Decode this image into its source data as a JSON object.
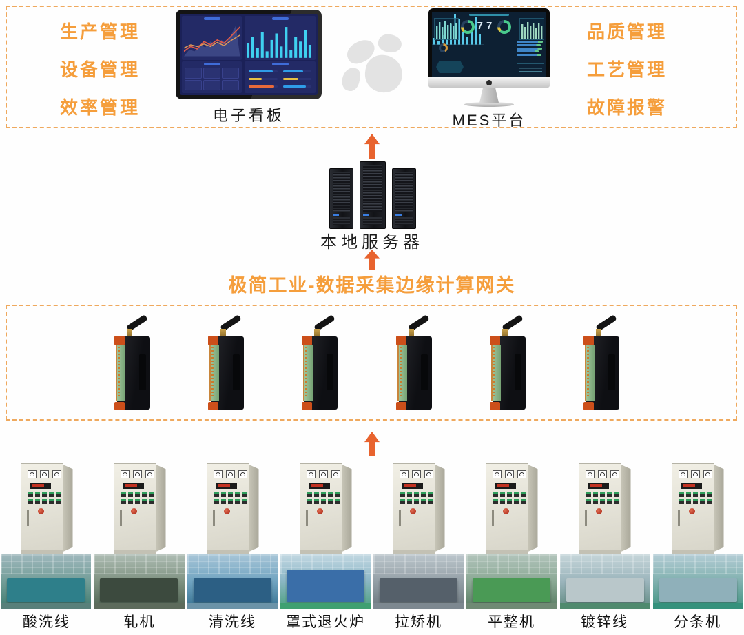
{
  "top_section": {
    "left_labels": [
      "生产管理",
      "设备管理",
      "效率管理"
    ],
    "right_labels": [
      "品质管理",
      "工艺管理",
      "故障报警"
    ],
    "kanban_label": "电子看板",
    "mes_label": "MES平台"
  },
  "server": {
    "label": "本地服务器"
  },
  "gateway": {
    "title": "极简工业-数据采集边缘计算网关",
    "device_count": 6
  },
  "mes_screen": {
    "big_number": "77"
  },
  "machines": {
    "labels": [
      "酸洗线",
      "轧机",
      "清洗线",
      "罩式退火炉",
      "拉矫机",
      "平整机",
      "镀锌线",
      "分条机"
    ]
  },
  "colors": {
    "accent_orange": "#f59e3c",
    "arrow_orange": "#e8632e",
    "dashed_border": "#efa95e",
    "kanban_screen": "#1b2158",
    "mes_display": "#0d2033"
  }
}
